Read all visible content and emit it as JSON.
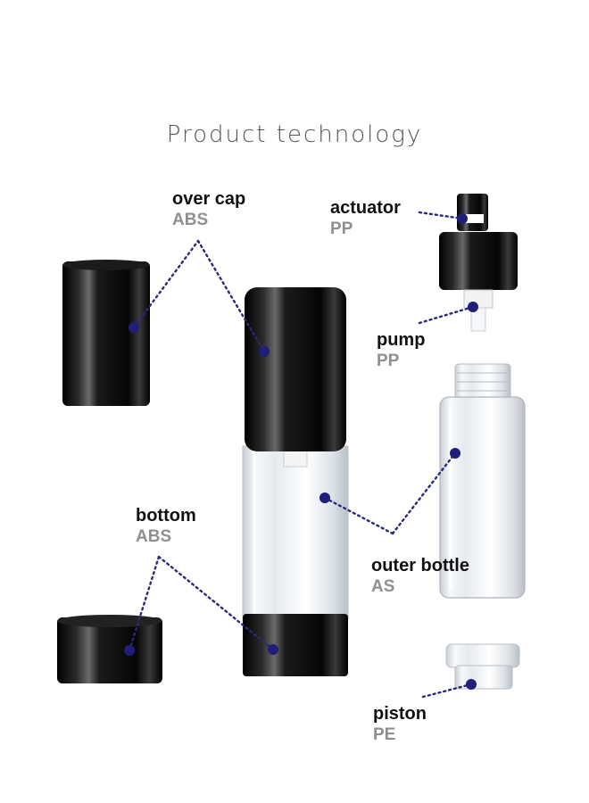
{
  "title": "Product technology",
  "colors": {
    "dot": "#1f1f7a",
    "cap": "#0b0b0b",
    "text_material": "#8f8f8f"
  },
  "parts": [
    {
      "name": "over cap",
      "material": "ABS"
    },
    {
      "name": "actuator",
      "material": "PP"
    },
    {
      "name": "pump",
      "material": "PP"
    },
    {
      "name": "bottom",
      "material": "ABS"
    },
    {
      "name": "outer bottle",
      "material": "AS"
    },
    {
      "name": "piston",
      "material": "PE"
    }
  ]
}
